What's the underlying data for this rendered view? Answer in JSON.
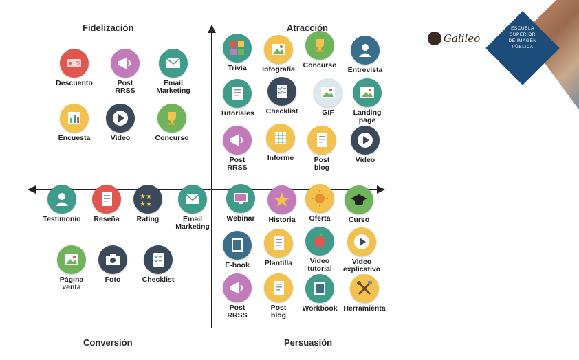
{
  "quadrants": {
    "top_left": "Fidelización",
    "top_right": "Atracción",
    "bottom_left": "Conversión",
    "bottom_right": "Persuasión"
  },
  "branding": {
    "galileo": "Galileo",
    "school": "ESCUELA\nSUPERIOR\nDE IMAGEN\nPÚBLICA"
  },
  "colors": {
    "teal": "#3f9c8a",
    "yellow": "#f2c14e",
    "purple": "#c07bb8",
    "red": "#e0574f",
    "dark": "#3b4a5a",
    "green": "#6fb35a",
    "light": "#dbe8ee",
    "axis": "#222222",
    "navy": "#1c4d7a"
  },
  "items": [
    {
      "label": "Descuento",
      "icon": "tag-icon",
      "bg": "#e0574f"
    },
    {
      "label": "Post\nRRSS",
      "icon": "megaphone-icon",
      "bg": "#c07bb8"
    },
    {
      "label": "Email\nMarketing",
      "icon": "envelope-icon",
      "bg": "#3f9c8a"
    },
    {
      "label": "Encuesta",
      "icon": "bar-chart-icon",
      "bg": "#f2c14e"
    },
    {
      "label": "Video",
      "icon": "play-icon",
      "bg": "#3b4a5a"
    },
    {
      "label": "Concurso",
      "icon": "trophy-icon",
      "bg": "#6fb35a"
    },
    {
      "label": "Trivia",
      "icon": "puzzle-icon",
      "bg": "#3f9c8a"
    },
    {
      "label": "Infografía",
      "icon": "image-icon",
      "bg": "#f2c14e"
    },
    {
      "label": "Concurso",
      "icon": "trophy-icon",
      "bg": "#6fb35a"
    },
    {
      "label": "Entrevista",
      "icon": "person-icon",
      "bg": "#3b6e8a"
    },
    {
      "label": "Tutoriales",
      "icon": "document-icon",
      "bg": "#3f9c8a"
    },
    {
      "label": "Checklist",
      "icon": "checklist-icon",
      "bg": "#3b4a5a"
    },
    {
      "label": "GIF",
      "icon": "image-icon",
      "bg": "#dbe8ee"
    },
    {
      "label": "Landing\npage",
      "icon": "image-icon",
      "bg": "#3f9c8a"
    },
    {
      "label": "Post\nRRSS",
      "icon": "megaphone-icon",
      "bg": "#c07bb8"
    },
    {
      "label": "Informe",
      "icon": "spreadsheet-icon",
      "bg": "#f2c14e"
    },
    {
      "label": "Post\nblog",
      "icon": "document-icon",
      "bg": "#f2c14e"
    },
    {
      "label": "Video",
      "icon": "play-icon",
      "bg": "#3b4a5a"
    },
    {
      "label": "Testimonio",
      "icon": "person-icon",
      "bg": "#3f9c8a"
    },
    {
      "label": "Reseña",
      "icon": "document-icon",
      "bg": "#e0574f"
    },
    {
      "label": "Rating",
      "icon": "stars-icon",
      "bg": "#3b4a5a"
    },
    {
      "label": "Email\nMarketing",
      "icon": "envelope-icon",
      "bg": "#3f9c8a"
    },
    {
      "label": "Página\nventa",
      "icon": "image-icon",
      "bg": "#6fb35a"
    },
    {
      "label": "Foto",
      "icon": "camera-icon",
      "bg": "#3b4a5a"
    },
    {
      "label": "Checklist",
      "icon": "checklist-icon",
      "bg": "#3b4a5a"
    },
    {
      "label": "Webinar",
      "icon": "monitor-icon",
      "bg": "#3f9c8a"
    },
    {
      "label": "Historia",
      "icon": "star-burst-icon",
      "bg": "#c07bb8"
    },
    {
      "label": "Oferta",
      "icon": "sun-icon",
      "bg": "#f2c14e"
    },
    {
      "label": "Curso",
      "icon": "graduation-cap-icon",
      "bg": "#6fb35a"
    },
    {
      "label": "E-book",
      "icon": "book-icon",
      "bg": "#3b6e8a"
    },
    {
      "label": "Plantilla",
      "icon": "document-icon",
      "bg": "#f2c14e"
    },
    {
      "label": "Video\ntutorial",
      "icon": "apple-icon",
      "bg": "#3f9c8a"
    },
    {
      "label": "Video\nexplicativo",
      "icon": "play-icon",
      "bg": "#f2c14e"
    },
    {
      "label": "Post\nRRSS",
      "icon": "megaphone-icon",
      "bg": "#c07bb8"
    },
    {
      "label": "Post\nblog",
      "icon": "document-icon",
      "bg": "#f2c14e"
    },
    {
      "label": "Workbook",
      "icon": "book-icon",
      "bg": "#3f9c8a"
    },
    {
      "label": "Herramienta",
      "icon": "tools-icon",
      "bg": "#f2c14e"
    }
  ]
}
